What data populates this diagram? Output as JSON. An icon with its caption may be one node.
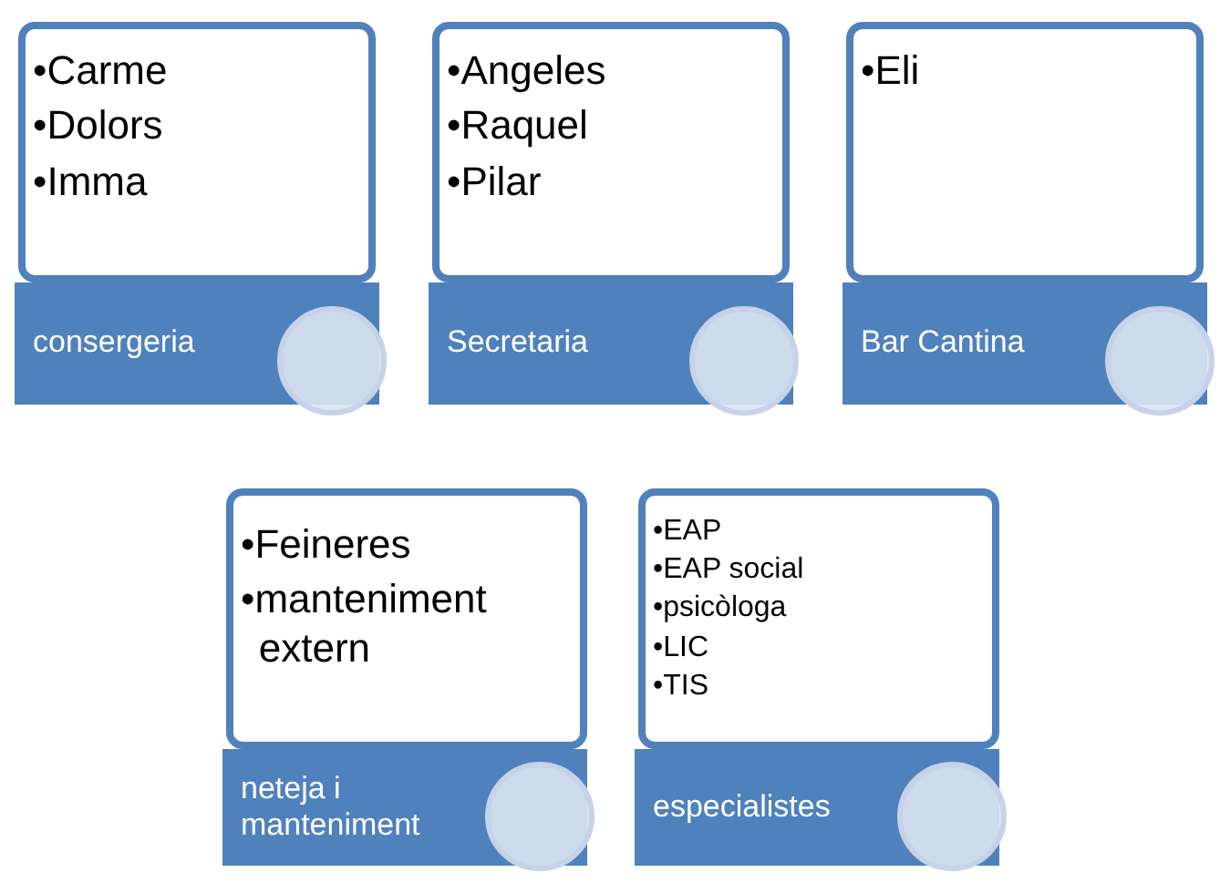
{
  "diagram": {
    "nodes": [
      {
        "text": [
          "•Carme",
          "•Dolors",
          "•Imma"
        ]
      },
      {
        "text": [
          "consergeria"
        ]
      },
      {
        "text": [],
        "shape": "circle"
      },
      {
        "text": [
          "•Angeles",
          "•Raquel",
          "•Pilar"
        ]
      },
      {
        "text": [
          "Secretaria"
        ]
      },
      {
        "text": [],
        "shape": "circle"
      },
      {
        "text": [
          "•Eli"
        ]
      },
      {
        "text": [
          "Bar Cantina"
        ]
      },
      {
        "text": [],
        "shape": "circle"
      },
      {
        "text": [
          "•Feineres",
          "•manteniment extern"
        ]
      },
      {
        "text": [
          "neteja i manteniment"
        ]
      },
      {
        "text": [],
        "shape": "circle"
      },
      {
        "text": [
          "•EAP",
          "•EAP social",
          "•psicòloga",
          "•LIC",
          "•TIS"
        ]
      },
      {
        "text": [
          "especialistes"
        ]
      },
      {
        "text": [],
        "shape": "circle"
      }
    ]
  }
}
